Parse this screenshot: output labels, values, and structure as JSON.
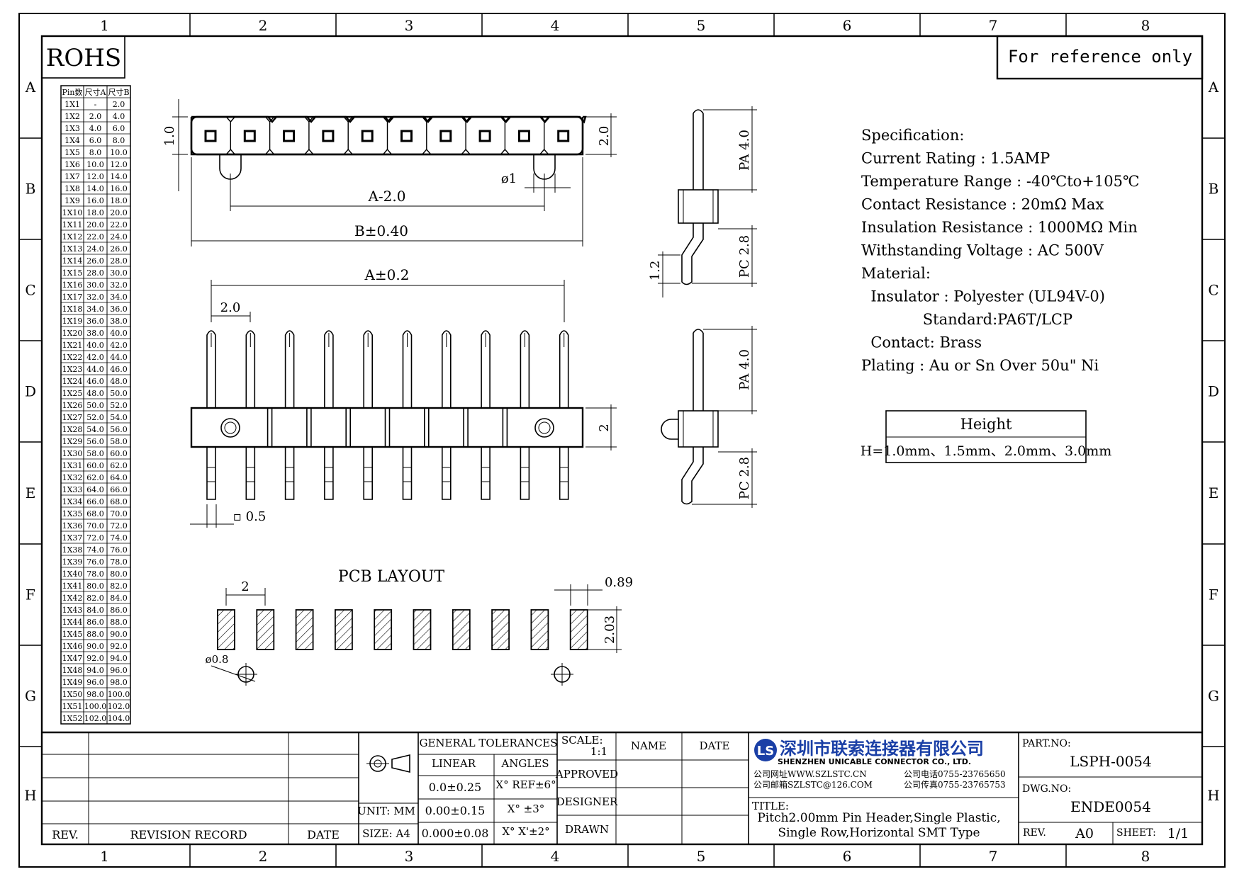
{
  "frame": {
    "col_labels": [
      "1",
      "2",
      "3",
      "4",
      "5",
      "6",
      "7",
      "8"
    ],
    "row_labels": [
      "A",
      "B",
      "C",
      "D",
      "E",
      "F",
      "G",
      "H"
    ]
  },
  "rohs": "ROHS",
  "reference_note": "For reference only",
  "pin_table": {
    "headers": [
      "Pin数",
      "尺寸A",
      "尺寸B"
    ],
    "rows": [
      [
        "1X1",
        "-",
        "2.0"
      ],
      [
        "1X2",
        "2.0",
        "4.0"
      ],
      [
        "1X3",
        "4.0",
        "6.0"
      ],
      [
        "1X4",
        "6.0",
        "8.0"
      ],
      [
        "1X5",
        "8.0",
        "10.0"
      ],
      [
        "1X6",
        "10.0",
        "12.0"
      ],
      [
        "1X7",
        "12.0",
        "14.0"
      ],
      [
        "1X8",
        "14.0",
        "16.0"
      ],
      [
        "1X9",
        "16.0",
        "18.0"
      ],
      [
        "1X10",
        "18.0",
        "20.0"
      ],
      [
        "1X11",
        "20.0",
        "22.0"
      ],
      [
        "1X12",
        "22.0",
        "24.0"
      ],
      [
        "1X13",
        "24.0",
        "26.0"
      ],
      [
        "1X14",
        "26.0",
        "28.0"
      ],
      [
        "1X15",
        "28.0",
        "30.0"
      ],
      [
        "1X16",
        "30.0",
        "32.0"
      ],
      [
        "1X17",
        "32.0",
        "34.0"
      ],
      [
        "1X18",
        "34.0",
        "36.0"
      ],
      [
        "1X19",
        "36.0",
        "38.0"
      ],
      [
        "1X20",
        "38.0",
        "40.0"
      ],
      [
        "1X21",
        "40.0",
        "42.0"
      ],
      [
        "1X22",
        "42.0",
        "44.0"
      ],
      [
        "1X23",
        "44.0",
        "46.0"
      ],
      [
        "1X24",
        "46.0",
        "48.0"
      ],
      [
        "1X25",
        "48.0",
        "50.0"
      ],
      [
        "1X26",
        "50.0",
        "52.0"
      ],
      [
        "1X27",
        "52.0",
        "54.0"
      ],
      [
        "1X28",
        "54.0",
        "56.0"
      ],
      [
        "1X29",
        "56.0",
        "58.0"
      ],
      [
        "1X30",
        "58.0",
        "60.0"
      ],
      [
        "1X31",
        "60.0",
        "62.0"
      ],
      [
        "1X32",
        "62.0",
        "64.0"
      ],
      [
        "1X33",
        "64.0",
        "66.0"
      ],
      [
        "1X34",
        "66.0",
        "68.0"
      ],
      [
        "1X35",
        "68.0",
        "70.0"
      ],
      [
        "1X36",
        "70.0",
        "72.0"
      ],
      [
        "1X37",
        "72.0",
        "74.0"
      ],
      [
        "1X38",
        "74.0",
        "76.0"
      ],
      [
        "1X39",
        "76.0",
        "78.0"
      ],
      [
        "1X40",
        "78.0",
        "80.0"
      ],
      [
        "1X41",
        "80.0",
        "82.0"
      ],
      [
        "1X42",
        "82.0",
        "84.0"
      ],
      [
        "1X43",
        "84.0",
        "86.0"
      ],
      [
        "1X44",
        "86.0",
        "88.0"
      ],
      [
        "1X45",
        "88.0",
        "90.0"
      ],
      [
        "1X46",
        "90.0",
        "92.0"
      ],
      [
        "1X47",
        "92.0",
        "94.0"
      ],
      [
        "1X48",
        "94.0",
        "96.0"
      ],
      [
        "1X49",
        "96.0",
        "98.0"
      ],
      [
        "1X50",
        "98.0",
        "100.0"
      ],
      [
        "1X51",
        "100.0",
        "102.0"
      ],
      [
        "1X52",
        "102.0",
        "104.0"
      ]
    ]
  },
  "top_view": {
    "dim_height": "1.0",
    "dim_width": "2.0",
    "dim_a": "A-2.0",
    "dim_hole": "ø1",
    "dim_b": "B±0.40"
  },
  "front_view": {
    "dim_a": "A±0.2",
    "dim_pitch": "2.0",
    "dim_body": "2",
    "dim_pin": "▫ 0.5"
  },
  "side_view_top": {
    "dim_pa": "PA 4.0",
    "dim_pc": "PC 2.8",
    "dim_foot": "1.2"
  },
  "side_view_bottom": {
    "dim_pa": "PA 4.0",
    "dim_pc": "PC 2.8"
  },
  "pcb_layout": {
    "title": "PCB LAYOUT",
    "dim_pitch": "2",
    "dim_pad_w": "0.89",
    "dim_pad_h": "2.03",
    "dim_hole": "ø0.8"
  },
  "spec": {
    "lines": [
      "Specification:",
      "Current Rating : 1.5AMP",
      "Temperature Range : -40℃to+105℃",
      "Contact Resistance : 20mΩ Max",
      "Insulation Resistance : 1000MΩ Min",
      "Withstanding Voltage : AC 500V",
      "Material:",
      "  Insulator : Polyester (UL94V-0)",
      "             Standard:PA6T/LCP",
      "  Contact: Brass",
      "Plating : Au or Sn Over 50u\" Ni"
    ]
  },
  "height_box": {
    "title": "Height",
    "value": "H=1.0mm、1.5mm、2.0mm、3.0mm"
  },
  "title_block": {
    "rev_label": "REV.",
    "revision_record": "REVISION RECORD",
    "date_label": "DATE",
    "general_tolerances": "GENERAL TOLERANCES",
    "linear": "LINEAR",
    "angles": "ANGLES",
    "tol_linear": [
      "0.0±0.25",
      "0.00±0.15",
      "0.000±0.08"
    ],
    "tol_angles": [
      "X° REF±6°",
      "X° ±3°",
      "X° X'±2°"
    ],
    "unit": "UNIT: MM",
    "size": "SIZE: A4",
    "scale_label": "SCALE:",
    "scale_value": "1:1",
    "approved": "APPROVED",
    "designer": "DESIGNER",
    "drawn": "DRAWN",
    "name": "NAME",
    "date": "DATE",
    "company_cn": "深圳市联索连接器有限公司",
    "company_en": "SHENZHEN UNICABLE CONNECTOR CO., LTD.",
    "web": "公司网址WWW.SZLSTC.CN",
    "email": "公司邮箱SZLSTC@126.COM",
    "phone": "公司电话0755-23765650",
    "fax": "公司传真0755-23765753",
    "title_label": "TITLE:",
    "title_line1": "Pitch2.00mm Pin Header,Single Plastic,",
    "title_line2": "Single Row,Horizontal SMT Type",
    "part_no_label": "PART.NO:",
    "part_no": "LSPH-0054",
    "dwg_no_label": "DWG.NO:",
    "dwg_no": "ENDE0054",
    "rev_value": "A0",
    "sheet_label": "SHEET:",
    "sheet_value": "1/1"
  }
}
